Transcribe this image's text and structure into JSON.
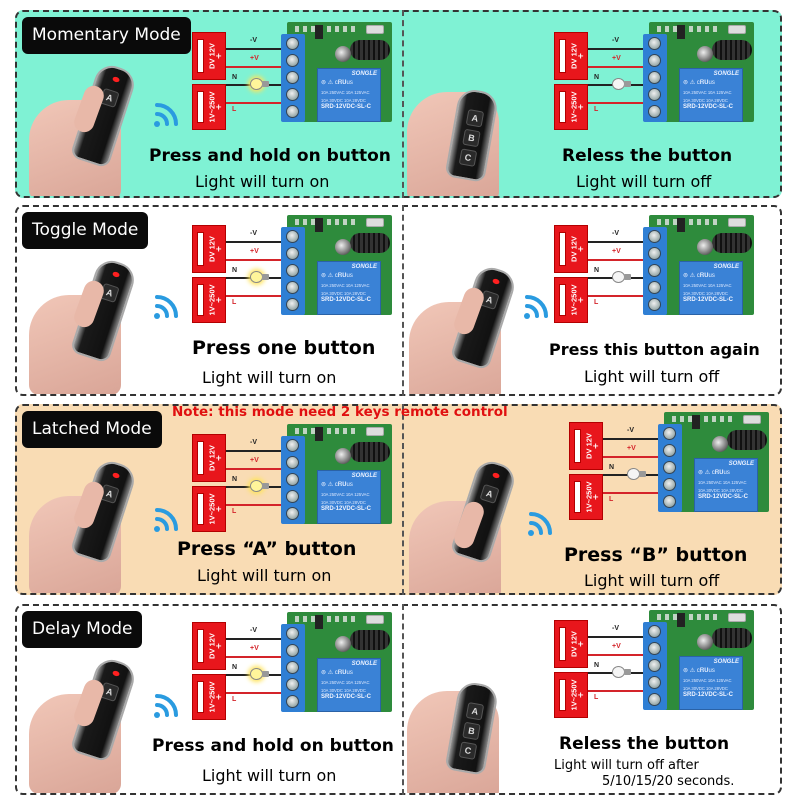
{
  "colors": {
    "row_momentary_bg": "#7ff2d4",
    "row_toggle_bg": "#ffffff",
    "row_latched_bg": "#f9dcb4",
    "row_delay_bg": "#ffffff",
    "mode_label_bg": "#0a0a0a",
    "note_text": "#e01010",
    "wifi_icon": "#2a9be0",
    "power_supply": "#e8161c",
    "terminal_block": "#2f7fd4",
    "relay": "#3a82d6",
    "pcb": "#2e8b3c"
  },
  "diagram": {
    "dc_supply_label": "DV 12V",
    "ac_supply_label": "1V~250V",
    "plus_symbol": "+",
    "wire_neg_label": "-V",
    "wire_pos_label": "+V",
    "wire_neutral_label": "N",
    "wire_live_label": "L",
    "relay_brand": "SONGLE",
    "relay_marks": "⊚ ⚠  c𝐑𝐔us",
    "relay_spec_1": "10A 250VAC 10A 125VAC",
    "relay_spec_2": "10A 30VDC 10A 28VDC",
    "relay_model": "SRD-12VDC-SL-C"
  },
  "remote": {
    "key_a": "A",
    "key_b": "B",
    "key_c": "C"
  },
  "rows": [
    {
      "mode": "Momentary Mode",
      "left": {
        "headline": "Press and hold on button",
        "subline": "Light will turn on",
        "bulb": "on"
      },
      "right": {
        "headline": "Reless the button",
        "subline": "Light will turn off",
        "bulb": "off"
      }
    },
    {
      "mode": "Toggle Mode",
      "left": {
        "headline": "Press one button",
        "subline": "Light will turn on",
        "bulb": "on"
      },
      "right": {
        "headline": "Press this button again",
        "subline": "Light will turn off",
        "bulb": "off"
      }
    },
    {
      "mode": "Latched Mode",
      "note": "Note: this mode need 2 keys remote control",
      "left": {
        "headline": "Press  “A”  button",
        "subline": "Light will turn on",
        "bulb": "on"
      },
      "right": {
        "headline": "Press  “B”  button",
        "subline": "Light will turn off",
        "bulb": "off"
      }
    },
    {
      "mode": "Delay Mode",
      "left": {
        "headline": "Press and hold on button",
        "subline": "Light will turn on",
        "bulb": "on"
      },
      "right": {
        "headline": "Reless the button",
        "subline": "Light will turn off after",
        "subline_2": "5/10/15/20 seconds.",
        "bulb": "off"
      }
    }
  ]
}
